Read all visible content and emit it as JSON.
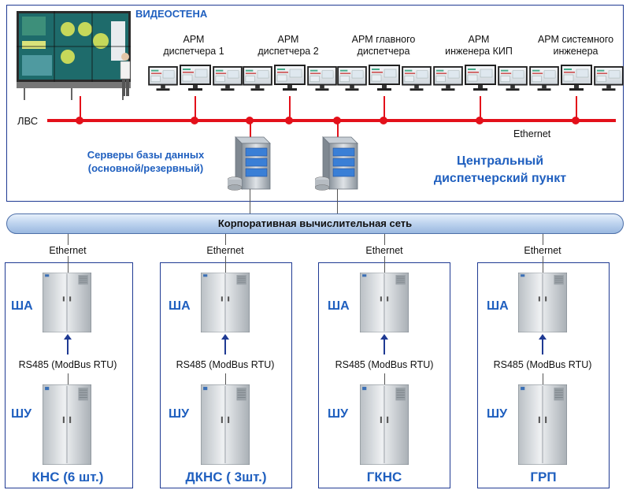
{
  "top": {
    "videowall_label": "ВИДЕОСТЕНА",
    "lan_label": "ЛВС",
    "ethernet_label": "Ethernet",
    "workstations": [
      {
        "line1": "АРМ",
        "line2": "диспетчера 1"
      },
      {
        "line1": "АРМ",
        "line2": "диспетчера 2"
      },
      {
        "line1": "АРМ главного",
        "line2": "диспетчера"
      },
      {
        "line1": "АРМ",
        "line2": "инженера КИП"
      },
      {
        "line1": "АРМ системного",
        "line2": "инженера"
      }
    ],
    "servers_line1": "Серверы базы данных",
    "servers_line2": "(основной/резервный)",
    "central_line1": "Центральный",
    "central_line2": "диспетчерский пункт"
  },
  "corp_network": "Корпоративная вычислительная сеть",
  "stations": [
    {
      "ethernet": "Ethernet",
      "sha": "ША",
      "link": "RS485 (ModBus RTU)",
      "shu": "ШУ",
      "name": "КНС (6 шт.)"
    },
    {
      "ethernet": "Ethernet",
      "sha": "ША",
      "link": "RS485 (ModBus RTU)",
      "shu": "ШУ",
      "name": "ДКНС ( 3шт.)"
    },
    {
      "ethernet": "Ethernet",
      "sha": "ША",
      "link": "RS485 (ModBus RTU)",
      "shu": "ШУ",
      "name": "ГКНС"
    },
    {
      "ethernet": "Ethernet",
      "sha": "ША",
      "link": "RS485 (ModBus RTU)",
      "shu": "ШУ",
      "name": "ГРП"
    }
  ],
  "colors": {
    "accent_blue": "#1f5fbf",
    "lan_red": "#e3101a",
    "frame_blue": "#1f3a93"
  }
}
